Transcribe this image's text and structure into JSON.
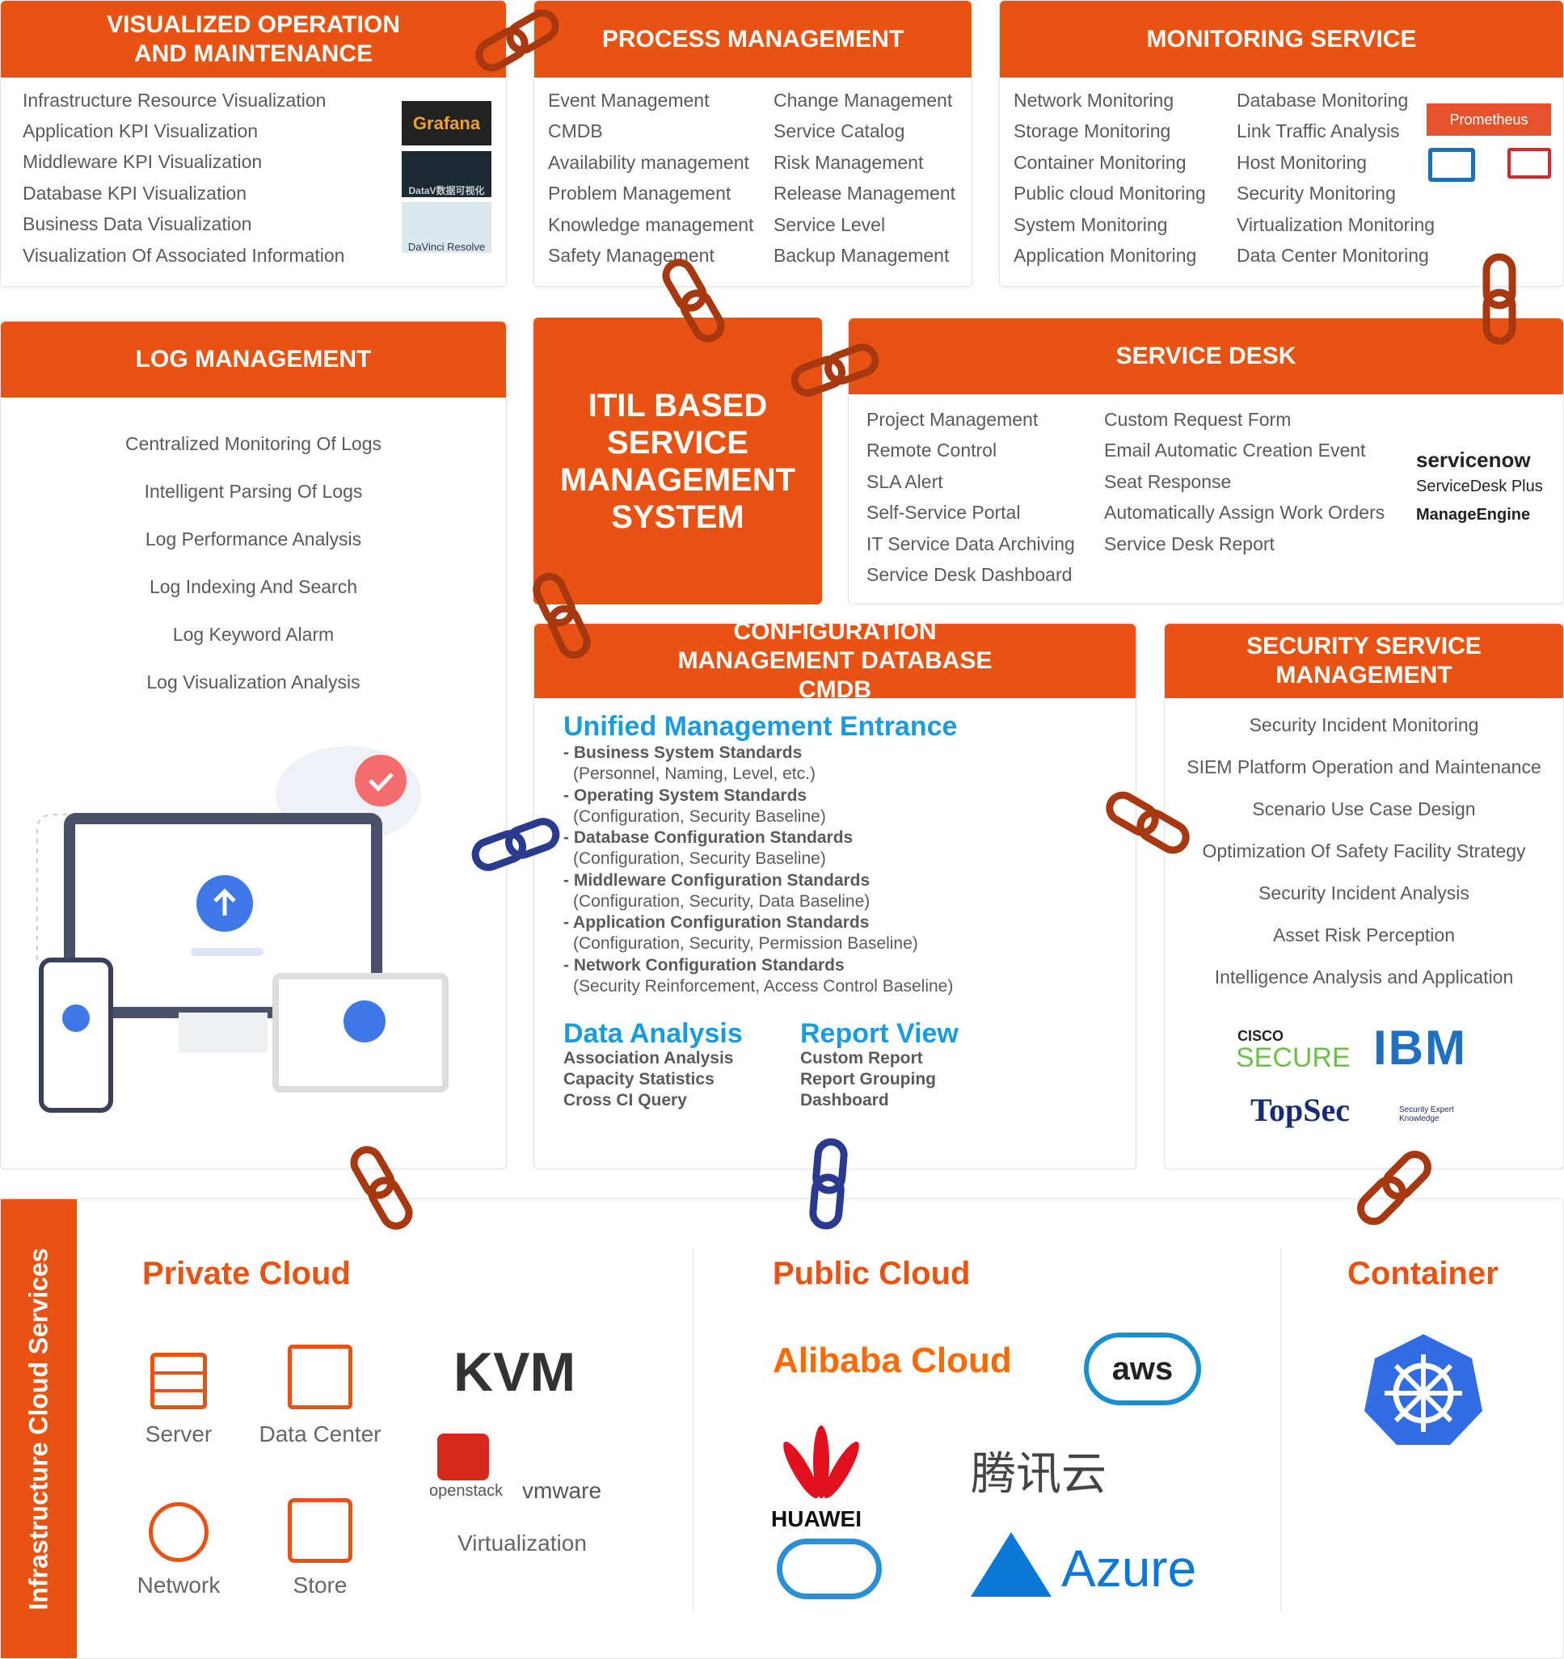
{
  "vis": {
    "title": "VISUALIZED OPERATION AND MAINTENANCE",
    "items": [
      "Infrastructure Resource Visualization",
      "Application KPI Visualization",
      "Middleware KPI Visualization",
      "Database KPI Visualization",
      "Business Data Visualization",
      "Visualization Of Associated Information"
    ],
    "logos": [
      "Grafana",
      "DataV数据可视化",
      "DaVinci Resolve"
    ]
  },
  "proc": {
    "title": "PROCESS MANAGEMENT",
    "col1": [
      "Event Management",
      "CMDB",
      "Availability management",
      "Problem Management",
      "Knowledge management",
      "Safety Management"
    ],
    "col2": [
      "Change Management",
      "Service Catalog",
      "Risk Management",
      "Release Management",
      "Service Level",
      "Backup Management"
    ]
  },
  "mon": {
    "title": "MONITORING SERVICE",
    "col1": [
      "Network Monitoring",
      "Storage Monitoring",
      "Container Monitoring",
      "Public cloud Monitoring",
      "System Monitoring",
      "Application Monitoring"
    ],
    "col2": [
      "Database Monitoring",
      "Link Traffic Analysis",
      "Host Monitoring",
      "Security Monitoring",
      "Virtualization Monitoring",
      "Data Center Monitoring"
    ],
    "logo": "Prometheus"
  },
  "log": {
    "title": "LOG MANAGEMENT",
    "items": [
      "Centralized Monitoring Of Logs",
      "Intelligent Parsing Of Logs",
      "Log Performance Analysis",
      "Log Indexing And Search",
      "Log Keyword Alarm",
      "Log Visualization Analysis"
    ]
  },
  "itil": {
    "title": "ITIL BASED SERVICE MANAGEMENT SYSTEM"
  },
  "desk": {
    "title": "SERVICE DESK",
    "col1": [
      "Project Management",
      "Remote Control",
      "SLA Alert",
      "Self-Service Portal",
      "IT Service Data Archiving",
      "Service Desk Dashboard"
    ],
    "col2": [
      "Custom Request Form",
      "Email Automatic Creation Event",
      "Seat Response",
      "Automatically Assign Work Orders",
      "Service Desk Report"
    ],
    "logos": [
      "servicenow",
      "ServiceDesk Plus",
      "ManageEngine"
    ]
  },
  "cmdb": {
    "title": "CONFIGURATION MANAGEMENT DATABASE CMDB",
    "unified": "Unified Management Entrance",
    "standards": [
      [
        "- Business System Standards",
        "(Personnel, Naming, Level, etc.)"
      ],
      [
        "- Operating System Standards",
        "(Configuration, Security Baseline)"
      ],
      [
        "- Database Configuration Standards",
        "(Configuration, Security Baseline)"
      ],
      [
        "- Middleware Configuration Standards",
        "(Configuration, Security, Data Baseline)"
      ],
      [
        "- Application Configuration Standards",
        "(Configuration, Security, Permission Baseline)"
      ],
      [
        "- Network Configuration Standards",
        "(Security Reinforcement, Access Control Baseline)"
      ]
    ],
    "analysis": {
      "title": "Data Analysis",
      "items": [
        "Association Analysis",
        "Capacity Statistics",
        "Cross CI Query"
      ]
    },
    "report": {
      "title": "Report View",
      "items": [
        "Custom Report",
        "Report Grouping",
        "Dashboard"
      ]
    }
  },
  "sec": {
    "title": "SECURITY SERVICE MANAGEMENT",
    "items": [
      "Security Incident Monitoring",
      "SIEM Platform Operation and Maintenance",
      "Scenario Use Case Design",
      "Optimization Of Safety Facility Strategy",
      "Security Incident Analysis",
      "Asset Risk Perception",
      "Intelligence Analysis and Application"
    ],
    "logos": [
      "CISCO",
      "SECURE",
      "IBM",
      "TopSec",
      "Security Expert Knowledge"
    ]
  },
  "infra": {
    "side": "Infrastructure Cloud Services",
    "private": "Private Cloud",
    "public": "Public Cloud",
    "container": "Container",
    "server": "Server",
    "datacenter": "Data Center",
    "network": "Network",
    "store": "Store",
    "virtualization": "Virtualization",
    "kvm": "KVM",
    "openstack": "openstack",
    "vmware": "vmware",
    "alibaba": "Alibaba Cloud",
    "aws": "aws",
    "huawei": "HUAWEI",
    "tencent": "腾讯云",
    "azure": "Azure"
  }
}
